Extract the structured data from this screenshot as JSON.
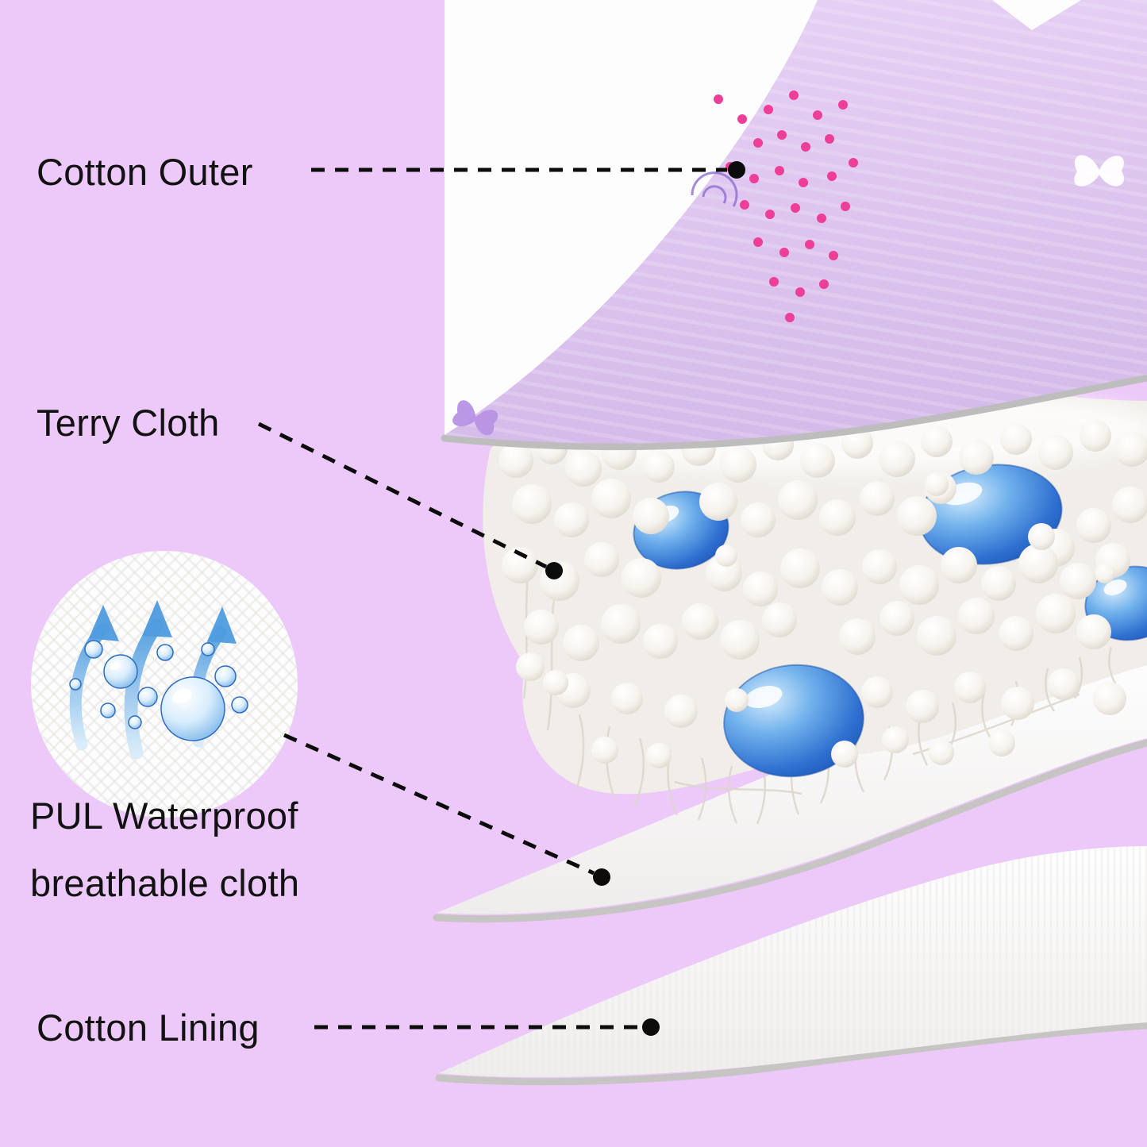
{
  "labels": {
    "cotton_outer": "Cotton Outer",
    "terry_cloth": "Terry Cloth",
    "pul_waterproof_line1": "PUL Waterproof",
    "pul_waterproof_line2": "breathable cloth",
    "cotton_lining": "Cotton Lining"
  },
  "icons": {
    "inset": "waterproof-breathable-inset",
    "arrows": "breathability-arrows-icon",
    "droplets": "water-droplets-icon",
    "butterfly": "butterfly-print-icon",
    "gel_beads": "absorbent-gel-beads",
    "leader_dot": "leader-endpoint-dot"
  },
  "colors": {
    "background": "#ecc9f8",
    "fabric_lilac": "#dcc2ee",
    "dot_pink": "#ee3f98",
    "bead_blue": "#2e6fd0",
    "edge_gray": "#c6c5c4",
    "text": "#121212"
  }
}
